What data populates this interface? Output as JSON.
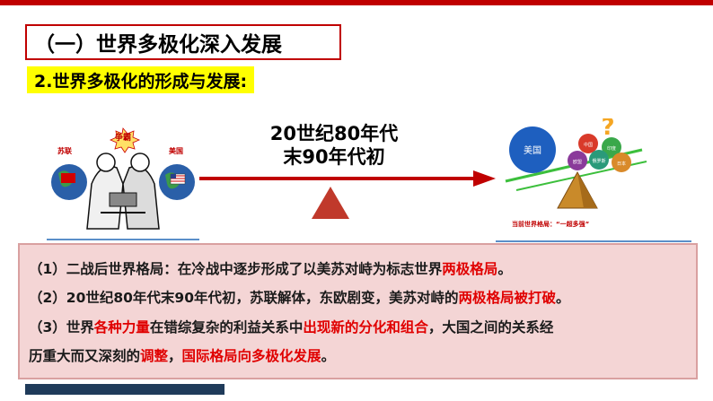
{
  "title": "（一）世界多极化深入发展",
  "subtitle": "2.世界多极化的形成与发展:",
  "left_illustration": {
    "label_left": "苏联",
    "label_right": "美国",
    "label_top": "争霸"
  },
  "period": {
    "line1": "20世纪80年代",
    "line2": "末90年代初"
  },
  "right_illustration": {
    "big_ball": "美国",
    "small_balls": [
      "中国",
      "欧盟",
      "俄罗斯",
      "日本",
      "印度"
    ],
    "question_mark": "?",
    "caption": "当前世界格局：“一超多强”"
  },
  "points": {
    "p1": {
      "a": "（1）二战后世界格局：在冷战中逐步形成了以美苏对峙为标志世界",
      "b": "两极格局",
      "c": "。"
    },
    "p2": {
      "a": "（2）20世纪80年代末90年代初，苏联解体，东欧剧变，美苏对峙的",
      "b": "两极格局被打破",
      "c": "。"
    },
    "p3": {
      "a": "（3）世界",
      "b": "各种力量",
      "c": "在错综复杂的利益关系中",
      "d": "出现新的分化和组合",
      "e": "，大国之间的关系经"
    },
    "p4": {
      "a": "历重大而又深刻的",
      "b": "调整",
      "c": "，",
      "d": "国际格局向多极化发展",
      "e": "。"
    }
  },
  "colors": {
    "accent_red": "#e00000",
    "highlight_yellow": "#ffff00",
    "panel_bg": "#f4d5d5"
  }
}
